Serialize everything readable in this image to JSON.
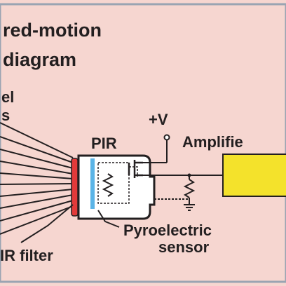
{
  "title": {
    "line1": "red-motion",
    "line2": "diagram"
  },
  "labels": {
    "lens_partial_1": "el",
    "lens_partial_2": "s",
    "pir": "PIR",
    "voltage": "+V",
    "amplifier": "Amplifie",
    "pyro_line1": "Pyroelectric",
    "pyro_line2": "sensor",
    "ir_filter": "IR filter"
  },
  "colors": {
    "background": "#f6d6d0",
    "frame_border": "#9aa4b2",
    "ink": "#231f20",
    "filter_red": "#e23a3a",
    "sensor_blue": "#5bb4e6",
    "amplifier_yellow": "#f4e22b"
  }
}
